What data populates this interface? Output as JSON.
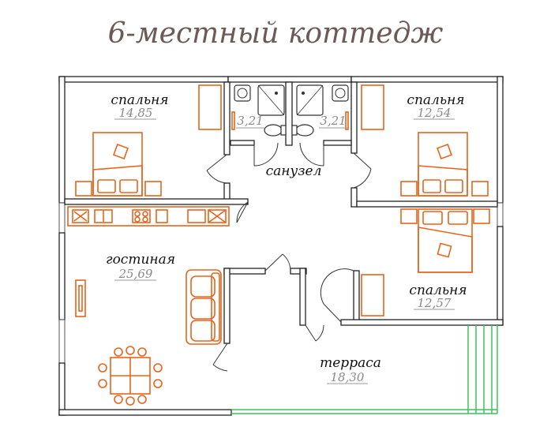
{
  "title": "6-местный коттедж",
  "rooms": {
    "bed1": {
      "name": "спальня",
      "area": "14,85"
    },
    "bed2": {
      "name": "спальня",
      "area": "12,54"
    },
    "bed3": {
      "name": "спальня",
      "area": "12,57"
    },
    "bath": {
      "name": "санузел"
    },
    "bath_left": {
      "area": "3,21"
    },
    "bath_right": {
      "area": "3,21"
    },
    "living": {
      "name": "гостиная",
      "area": "25,69"
    },
    "terrace": {
      "name": "терраса",
      "area": "18,30"
    }
  },
  "colors": {
    "furniture": "#e8641c",
    "wall": "#222222",
    "terrace_rail": "#3cc25a",
    "title": "#6b5a55"
  }
}
